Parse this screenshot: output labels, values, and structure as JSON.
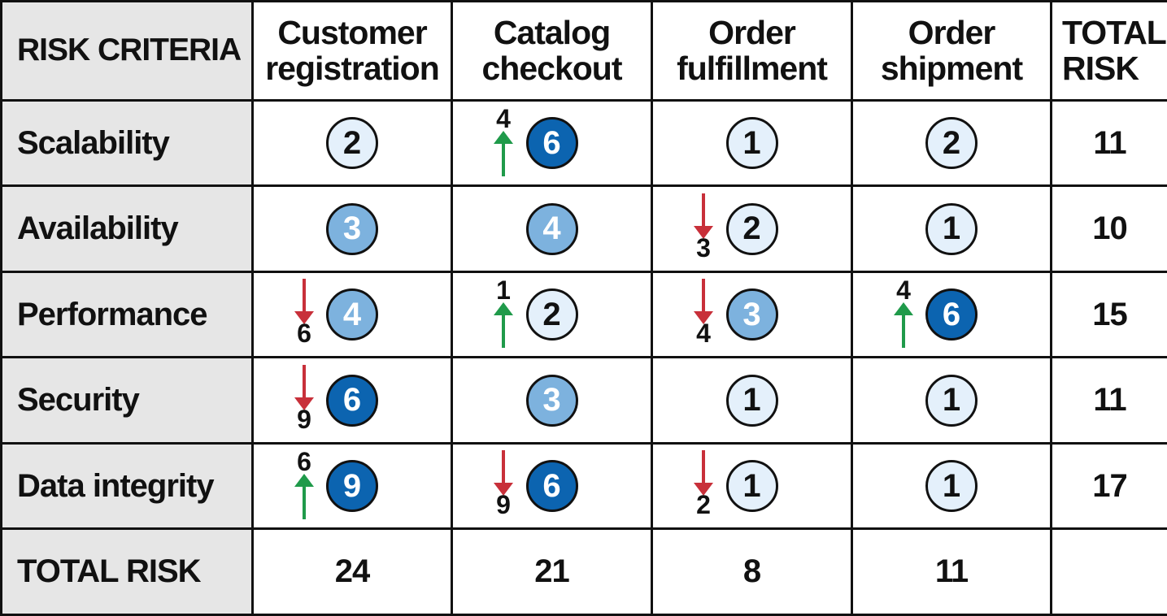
{
  "header": {
    "corner": "RISK CRITERIA",
    "columns": [
      {
        "line1": "Customer",
        "line2": "registration"
      },
      {
        "line1": "Catalog",
        "line2": "checkout"
      },
      {
        "line1": "Order",
        "line2": "fulfillment"
      },
      {
        "line1": "Order",
        "line2": "shipment"
      }
    ],
    "total": {
      "line1": "TOTAL",
      "line2": "RISK"
    }
  },
  "legend_colors": {
    "low": "#e4f0fb",
    "medium": "#7db2de",
    "high": "#0c64b0",
    "arrow_up": "#1f9a4a",
    "arrow_down": "#c8303a"
  },
  "rows": [
    {
      "label": "Scalability",
      "total": "11",
      "cells": [
        {
          "value": "2",
          "level": "low",
          "trend": null,
          "target": ""
        },
        {
          "value": "6",
          "level": "high",
          "trend": "up",
          "target": "4"
        },
        {
          "value": "1",
          "level": "low",
          "trend": null,
          "target": ""
        },
        {
          "value": "2",
          "level": "low",
          "trend": null,
          "target": ""
        }
      ]
    },
    {
      "label": "Availability",
      "total": "10",
      "cells": [
        {
          "value": "3",
          "level": "mid",
          "trend": null,
          "target": ""
        },
        {
          "value": "4",
          "level": "mid",
          "trend": null,
          "target": ""
        },
        {
          "value": "2",
          "level": "low",
          "trend": "down",
          "target": "3"
        },
        {
          "value": "1",
          "level": "low",
          "trend": null,
          "target": ""
        }
      ]
    },
    {
      "label": "Performance",
      "total": "15",
      "cells": [
        {
          "value": "4",
          "level": "mid",
          "trend": "down",
          "target": "6"
        },
        {
          "value": "2",
          "level": "low",
          "trend": "up",
          "target": "1"
        },
        {
          "value": "3",
          "level": "mid",
          "trend": "down",
          "target": "4"
        },
        {
          "value": "6",
          "level": "high",
          "trend": "up",
          "target": "4"
        }
      ]
    },
    {
      "label": "Security",
      "total": "11",
      "cells": [
        {
          "value": "6",
          "level": "high",
          "trend": "down",
          "target": "9"
        },
        {
          "value": "3",
          "level": "mid",
          "trend": null,
          "target": ""
        },
        {
          "value": "1",
          "level": "low",
          "trend": null,
          "target": ""
        },
        {
          "value": "1",
          "level": "low",
          "trend": null,
          "target": ""
        }
      ]
    },
    {
      "label": "Data integrity",
      "total": "17",
      "cells": [
        {
          "value": "9",
          "level": "high",
          "trend": "up",
          "target": "6"
        },
        {
          "value": "6",
          "level": "high",
          "trend": "down",
          "target": "9"
        },
        {
          "value": "1",
          "level": "low",
          "trend": "down",
          "target": "2"
        },
        {
          "value": "1",
          "level": "low",
          "trend": null,
          "target": ""
        }
      ]
    }
  ],
  "footer": {
    "label": "TOTAL RISK",
    "totals": [
      "24",
      "21",
      "8",
      "11"
    ],
    "grand_total": ""
  }
}
